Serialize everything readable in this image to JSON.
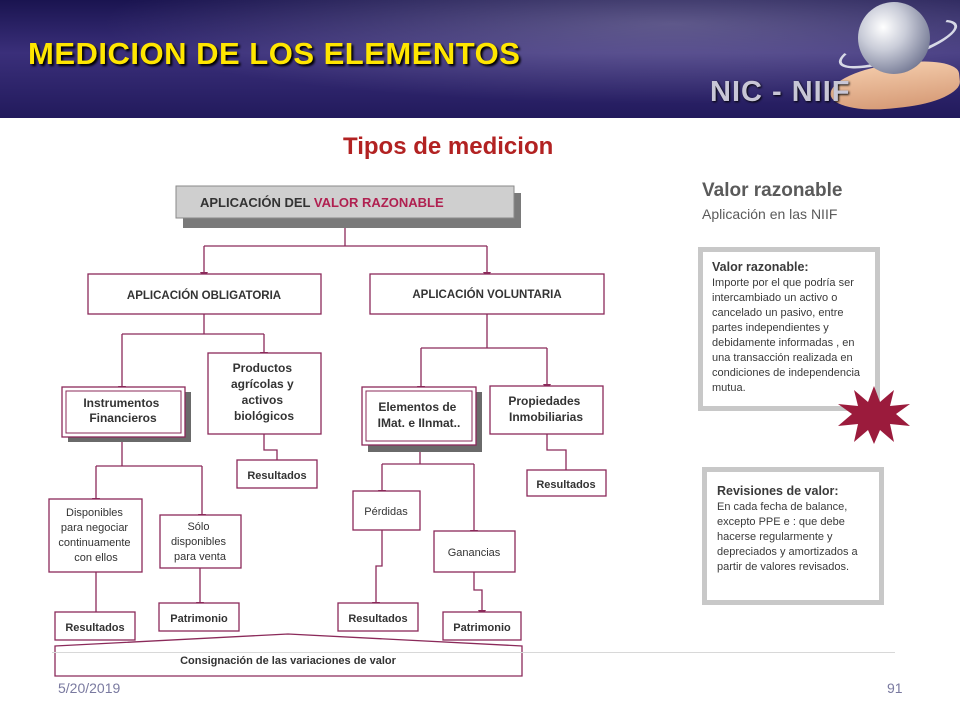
{
  "header": {
    "title": "MEDICION DE LOS ELEMENTOS",
    "logo_text": "NIC - NIIF"
  },
  "subtitle": "Tipos de medicion",
  "diagram": {
    "root": [
      "APLICACIÓN DEL ",
      "VALOR RAZONABLE"
    ],
    "obligatoria": "APLICACIÓN OBLIGATORIA",
    "voluntaria": "APLICACIÓN VOLUNTARIA",
    "instrumentos": [
      "Instrumentos",
      "Financieros"
    ],
    "productos": [
      "Productos",
      "agrícolas y",
      "activos",
      "biológicos"
    ],
    "elementos": [
      "Elementos de",
      "IMat. e IInmat.."
    ],
    "propiedades": [
      "Propiedades",
      "Inmobiliarias"
    ],
    "resultados": "Resultados",
    "disponibles": [
      "Disponibles",
      "para   negociar",
      "continuamente",
      "con ellos"
    ],
    "solo": [
      "Sólo",
      "disponibles",
      "para venta"
    ],
    "perdidas": "Pérdidas",
    "ganancias": "Ganancias",
    "patrimonio": "Patrimonio",
    "consignacion": "Consignación de las variaciones de valor"
  },
  "side": {
    "title": "Valor razonable",
    "subtitle": "Aplicación en las NIIF",
    "box1": {
      "heading": "Valor razonable:",
      "lines": [
        "Importe por el que podría ser",
        "intercambiado un activo o",
        "cancelado un pasivo, entre",
        "partes independientes y",
        "debidamente informadas , en",
        "una transacción realizada en",
        "condiciones de independencia",
        "mutua."
      ]
    },
    "box2": {
      "heading": "Revisiones de valor:",
      "lines": [
        "En cada fecha de balance,",
        "excepto PPE e : que debe",
        "hacerse regularmente y",
        "depreciados y  amortizados a",
        "partir de valores revisados."
      ]
    }
  },
  "footer": {
    "date": "5/20/2019",
    "page": "91"
  },
  "colors": {
    "title": "#ffe600",
    "accent_red": "#b22222",
    "diagram_line": "#8b2a5a",
    "header_bg": "#2a2266"
  }
}
